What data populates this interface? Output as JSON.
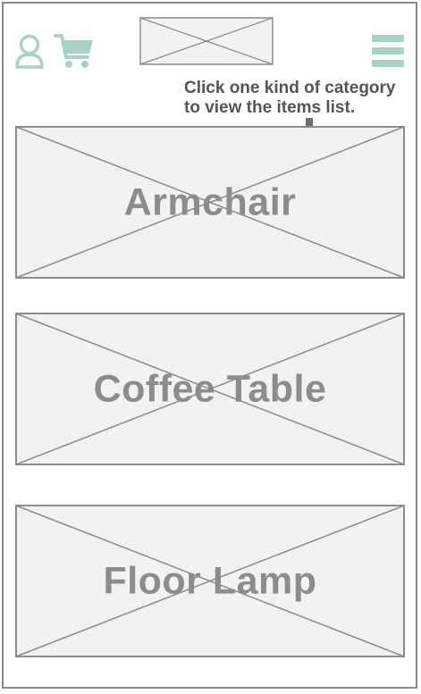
{
  "header": {
    "user_icon": "user-icon",
    "cart_icon": "cart-icon",
    "logo": "logo-placeholder",
    "menu_icon": "hamburger-menu-icon",
    "icon_color": "#a6d2c7"
  },
  "annotation": {
    "text": "Click one kind of category\nto view the items list.",
    "color": "#555555"
  },
  "categories": [
    {
      "label": "Armchair"
    },
    {
      "label": "Coffee Table"
    },
    {
      "label": "Floor Lamp"
    }
  ],
  "colors": {
    "placeholder_fill": "#f2f2f2",
    "placeholder_stroke": "#8c8c8c",
    "label": "#8c8c8c"
  }
}
